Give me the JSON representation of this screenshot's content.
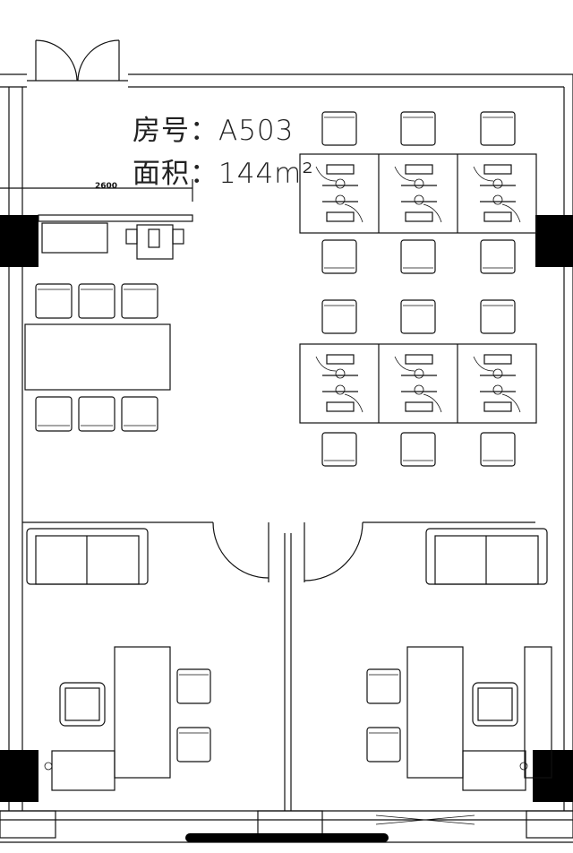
{
  "plan": {
    "room_label": "房号：",
    "room_number": "A503",
    "area_label": "面积：",
    "area_value": "144m²",
    "dimension": "2600"
  }
}
